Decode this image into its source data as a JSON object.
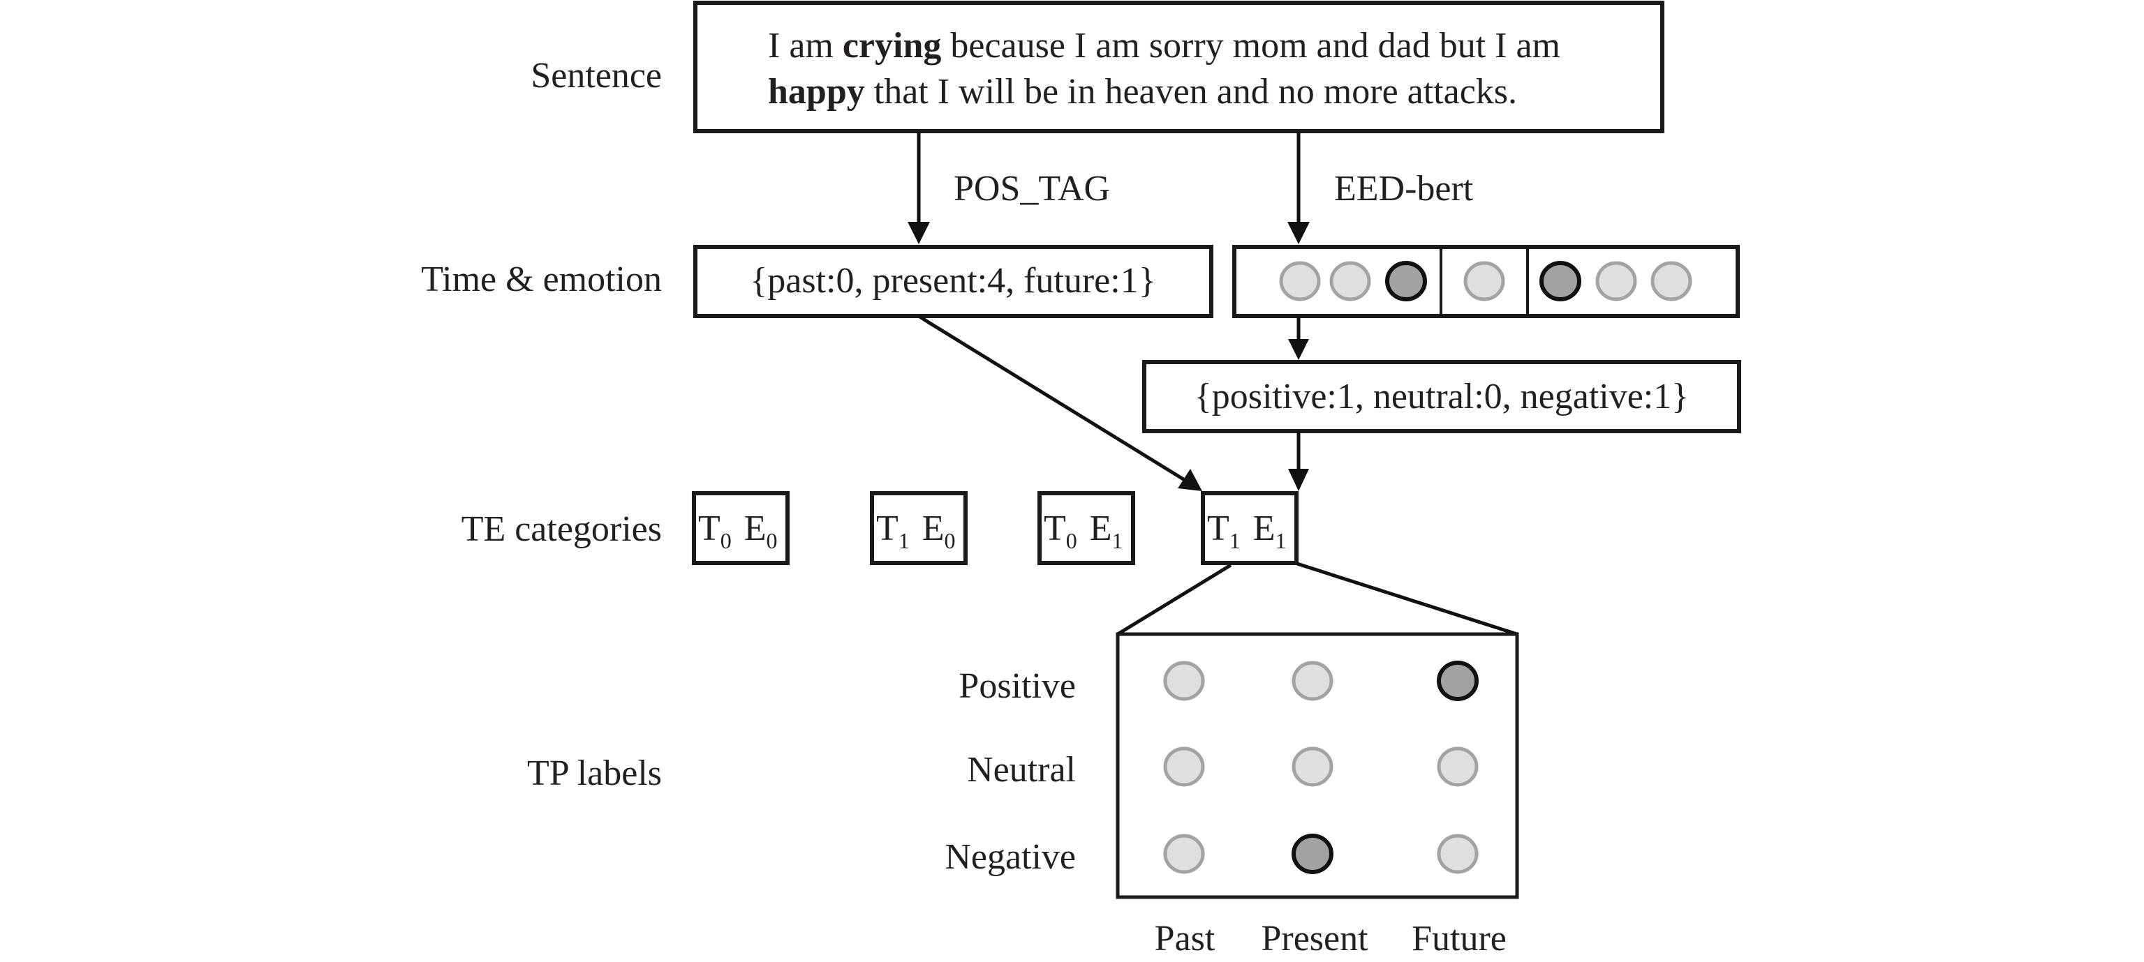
{
  "row_labels": {
    "sentence": "Sentence",
    "time_emotion": "Time & emotion",
    "te_categories": "TE categories",
    "tp_labels": "TP labels"
  },
  "sentence": {
    "line1": [
      {
        "text": "I am ",
        "bold": false
      },
      {
        "text": "crying",
        "bold": true
      },
      {
        "text": " because I am sorry mom and dad but I am",
        "bold": false
      }
    ],
    "line2": [
      {
        "text": "happy",
        "bold": true
      },
      {
        "text": " that I will be in heaven and no more attacks.",
        "bold": false
      }
    ]
  },
  "edges": {
    "pos_tag": "POS_TAG",
    "eed_bert": "EED-bert"
  },
  "time_counts": {
    "text": "{past:0, present:4, future:1}",
    "past": 0,
    "present": 4,
    "future": 1
  },
  "emotion_vector": {
    "groups": [
      {
        "nodes": [
          false,
          false,
          true
        ]
      },
      {
        "nodes": [
          false
        ]
      },
      {
        "nodes": [
          true,
          false,
          false
        ]
      }
    ]
  },
  "emotion_counts": {
    "text": "{positive:1, neutral:0, negative:1}",
    "positive": 1,
    "neutral": 0,
    "negative": 1
  },
  "te_categories": [
    {
      "t": "T",
      "t_sub": "0",
      "e": "E",
      "e_sub": "0",
      "selected": false
    },
    {
      "t": "T",
      "t_sub": "1",
      "e": "E",
      "e_sub": "0",
      "selected": false
    },
    {
      "t": "T",
      "t_sub": "0",
      "e": "E",
      "e_sub": "1",
      "selected": false
    },
    {
      "t": "T",
      "t_sub": "1",
      "e": "E",
      "e_sub": "1",
      "selected": true
    }
  ],
  "tp_grid": {
    "rows": [
      "Positive",
      "Neutral",
      "Negative"
    ],
    "columns": [
      "Past",
      "Present",
      "Future"
    ],
    "active": [
      [
        false,
        false,
        true
      ],
      [
        false,
        false,
        false
      ],
      [
        false,
        true,
        false
      ]
    ]
  },
  "colors": {
    "node_inactive_fill": "#dfdfdf",
    "node_inactive_stroke": "#a3a3a3",
    "node_active_fill": "#a2a2a2",
    "node_active_stroke": "#111111"
  }
}
